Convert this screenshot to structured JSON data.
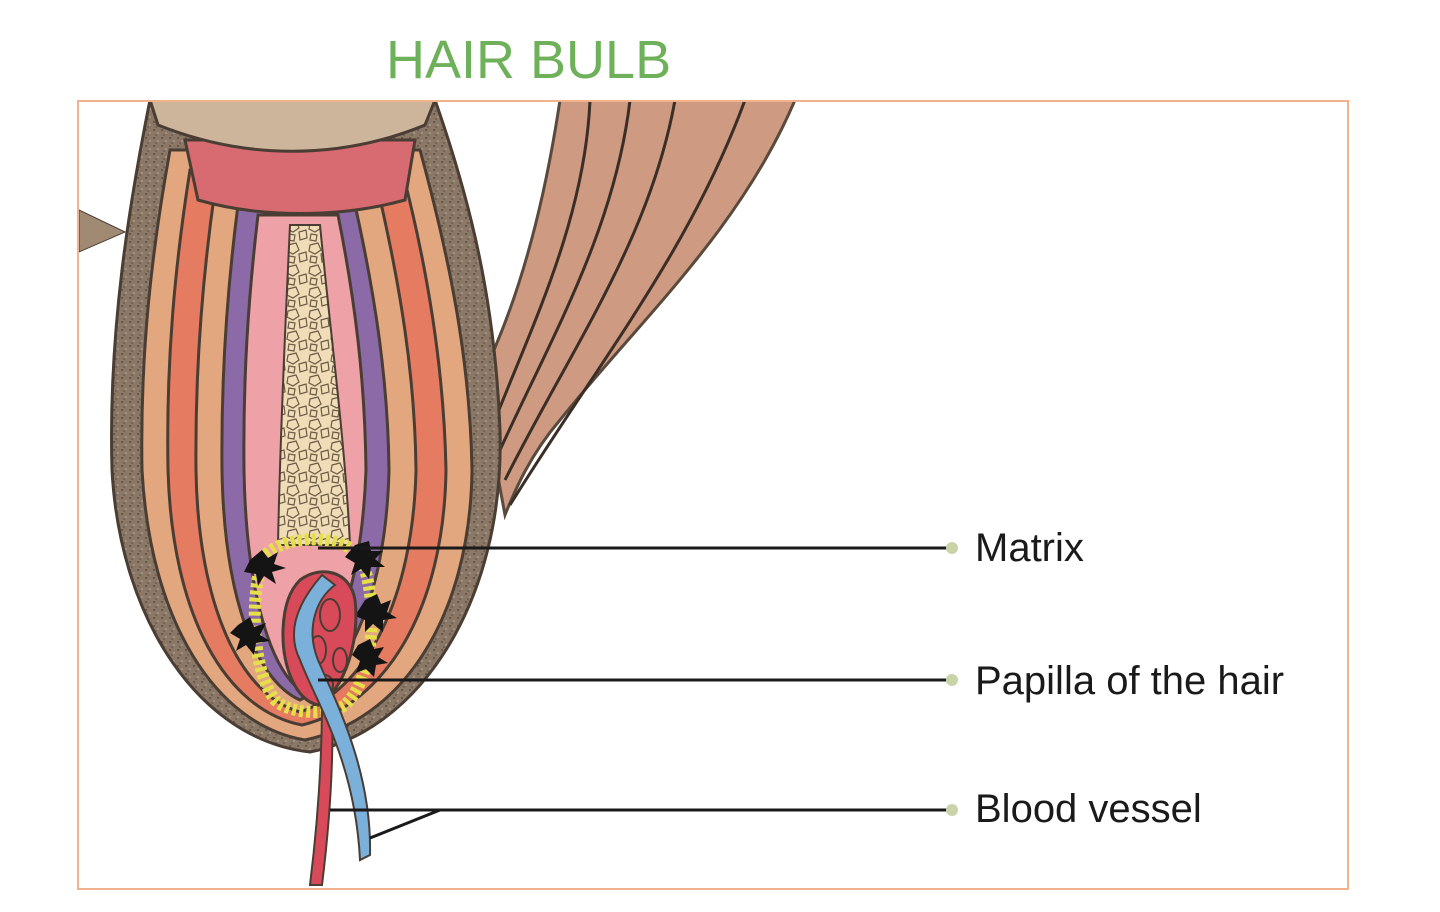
{
  "title": "HAIR BULB",
  "colors": {
    "title": "#6fb15a",
    "frame_border": "#f2b28c",
    "leader_line": "#1a1a1a",
    "leader_dot": "#c8d4a8",
    "outer_sheath": "#8a7766",
    "root_tan": "#e3a77f",
    "root_salmon": "#e57b61",
    "root_purple": "#8c6aa8",
    "root_pink": "#eea1a6",
    "medulla": "#f0ddb8",
    "matrix_yellow": "#e5e04a",
    "papilla_red": "#d84a5a",
    "vessel_blue": "#7ab0da",
    "muscle": "#cf9a82"
  },
  "labels": {
    "matrix": "Matrix",
    "papilla": "Papilla of the hair",
    "blood_vessel": "Blood vessel"
  }
}
